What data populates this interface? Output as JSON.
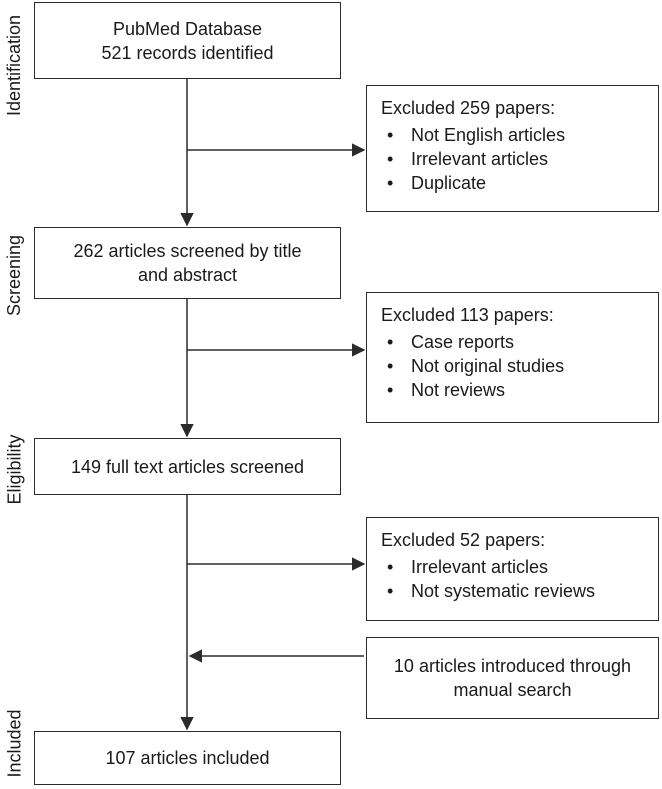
{
  "stages": {
    "identification": "Identification",
    "screening": "Screening",
    "eligibility": "Eligibility",
    "included": "Included"
  },
  "boxes": {
    "identified": {
      "line1": "PubMed Database",
      "line2": "521 records identified"
    },
    "screened": {
      "line1": "262 articles screened by title",
      "line2": "and abstract"
    },
    "fulltext": {
      "line1": "149 full text articles screened"
    },
    "included": {
      "line1": "107 articles included"
    },
    "manual": {
      "line1": "10 articles introduced through",
      "line2": "manual search"
    }
  },
  "exclusions": [
    {
      "title": "Excluded 259 papers:",
      "items": [
        "Not English articles",
        "Irrelevant articles",
        "Duplicate"
      ]
    },
    {
      "title": "Excluded 113 papers:",
      "items": [
        "Case reports",
        "Not original studies",
        "Not reviews"
      ]
    },
    {
      "title": "Excluded 52 papers:",
      "items": [
        "Irrelevant articles",
        "Not systematic reviews"
      ]
    }
  ]
}
